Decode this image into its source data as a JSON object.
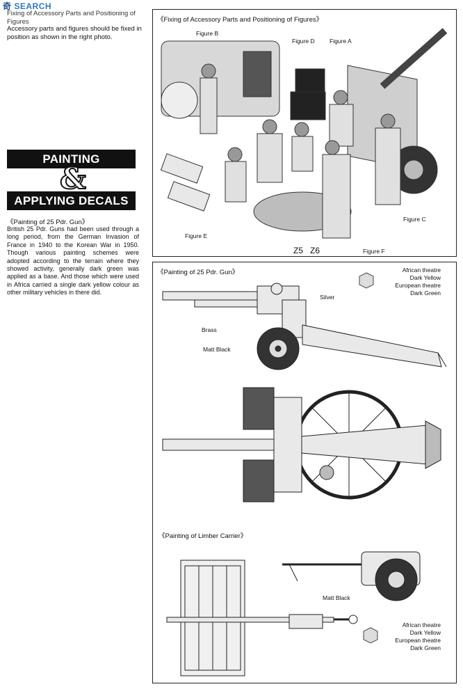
{
  "watermark": {
    "part1": "奇",
    "part2": "SEARCH"
  },
  "intro": {
    "title": "Fixing of Accessory Parts and Positioning of Figures",
    "body": "Accessory parts and figures should be fixed in position as shown in the right photo."
  },
  "heading": {
    "line1": "PAINTING",
    "amp": "&",
    "line2": "APPLYING DECALS"
  },
  "gun_text": {
    "title": "《Painting of 25 Pdr. Gun》",
    "body": "British 25 Pdr. Guns had been used through a long period, from the German Invasion of France in 1940 to the Korean War in 1950. Though various painting schemes were adopted according to the terrain where they showed activity, generally dark green was applied as a base. And those which were used in Africa carried a single dark yellow colour as other military vehicles in there did."
  },
  "photo_panel": {
    "title": "《Fixing of Accessory Parts and Positioning of Figures》",
    "labels": {
      "fig_b": "Figure B",
      "fig_d": "Figure D",
      "fig_a": "Figure A",
      "fig_c": "Figure C",
      "fig_e": "Figure E",
      "fig_f": "Figure F",
      "z5": "Z5",
      "z6": "Z6"
    }
  },
  "gun_panel": {
    "title": "《Painting of 25 Pdr. Gun》",
    "legend": {
      "african": "African theatre",
      "african_color": "Dark Yellow",
      "european": "European theatre",
      "european_color": "Dark Green"
    },
    "labels": {
      "silver": "Silver",
      "brass": "Brass",
      "matt_black": "Matt Black"
    }
  },
  "limber_panel": {
    "title": "《Painting of Limber Carrier》",
    "labels": {
      "matt_black": "Matt Black"
    },
    "legend": {
      "african": "African theatre",
      "african_color": "Dark Yellow",
      "european": "European theatre",
      "european_color": "Dark Green"
    }
  },
  "colors": {
    "ink": "#111111",
    "swatch": "#dddddd",
    "paper": "#ffffff"
  }
}
